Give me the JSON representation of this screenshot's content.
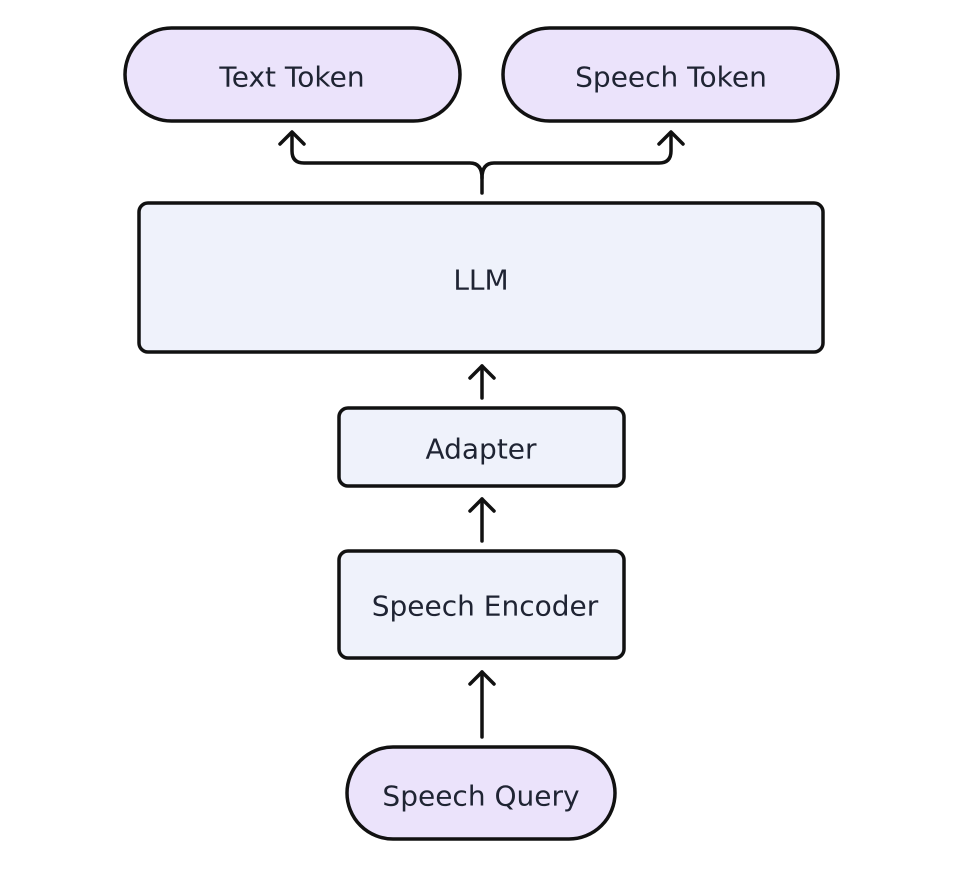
{
  "diagram": {
    "nodes": {
      "text_token": "Text Token",
      "speech_token": "Speech Token",
      "llm": "LLM",
      "adapter": "Adapter",
      "speech_encoder": "Speech Encoder",
      "speech_query": "Speech Query"
    },
    "colors": {
      "pill_fill": "#ebe3fb",
      "box_fill": "#eff2fb",
      "stroke": "#111111",
      "text": "#1f2433"
    }
  }
}
